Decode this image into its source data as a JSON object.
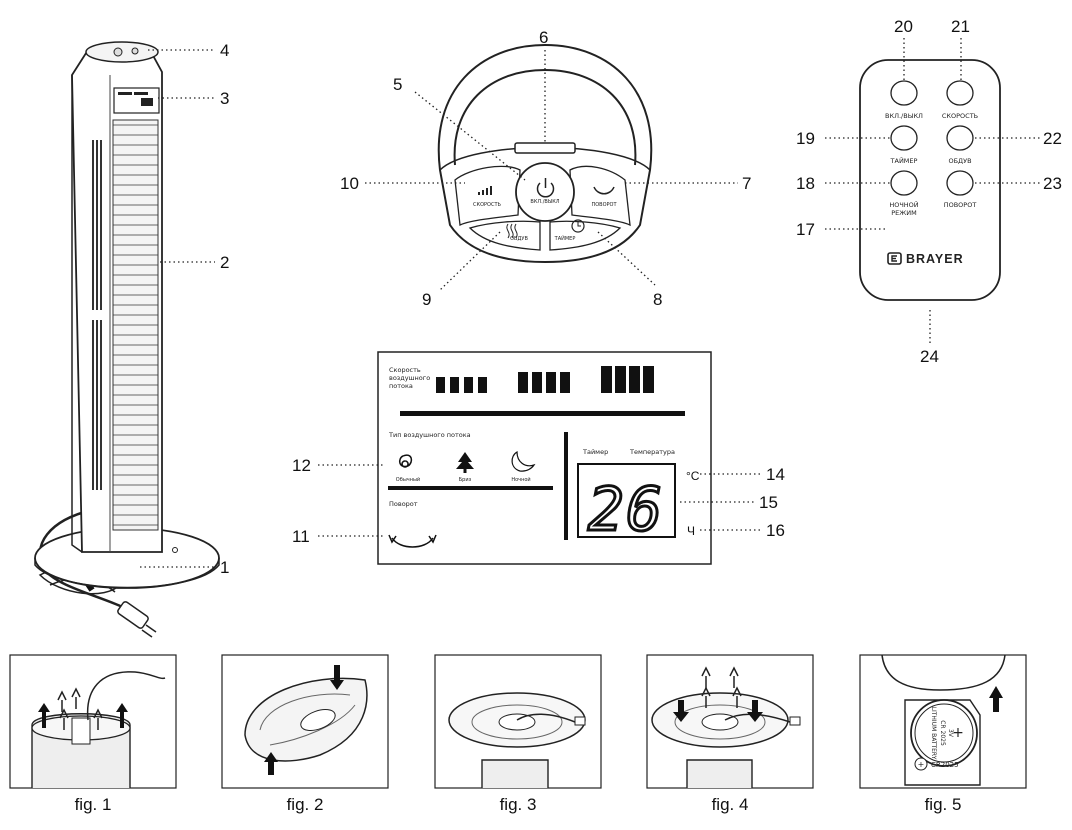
{
  "callouts": [
    "1",
    "2",
    "3",
    "4",
    "5",
    "6",
    "7",
    "8",
    "9",
    "10",
    "11",
    "12",
    "14",
    "15",
    "16",
    "17",
    "18",
    "19",
    "20",
    "21",
    "22",
    "23",
    "24"
  ],
  "panel": {
    "power": "ВКЛ./ВЫКЛ",
    "speed": "СКОРОСТЬ",
    "rotation": "ПОВОРОТ",
    "mode": "ОБДУВ",
    "timer": "ТАЙМЕР"
  },
  "remote": {
    "power": "ВКЛ./ВЫКЛ",
    "speed": "СКОРОСТЬ",
    "timer": "ТАЙМЕР",
    "mode": "ОБДУВ",
    "night_line1": "НОЧНОЙ",
    "night_line2": "РЕЖИМ",
    "rotation": "ПОВОРОТ",
    "brand": "BRAYER"
  },
  "display": {
    "speed_line1": "Скорость",
    "speed_line2": "воздушного",
    "speed_line3": "потока",
    "flow_type": "Тип воздушного потока",
    "mode_normal": "Обычный",
    "mode_breeze": "Бриз",
    "mode_night": "Ночной",
    "rotation": "Поворот",
    "timer": "Таймер",
    "temperature": "Температура",
    "celsius": "°C",
    "hours": "Ч",
    "value": "26"
  },
  "battery": {
    "line1": "LITHIUM BATTERY",
    "line2": "CR 2025",
    "line3": "3V",
    "bottom": "CR2025"
  },
  "figures": [
    "fig. 1",
    "fig. 2",
    "fig. 3",
    "fig. 4",
    "fig. 5"
  ],
  "colors": {
    "ink": "#111111",
    "accent": "#1a1a1a",
    "paper": "#ffffff"
  }
}
